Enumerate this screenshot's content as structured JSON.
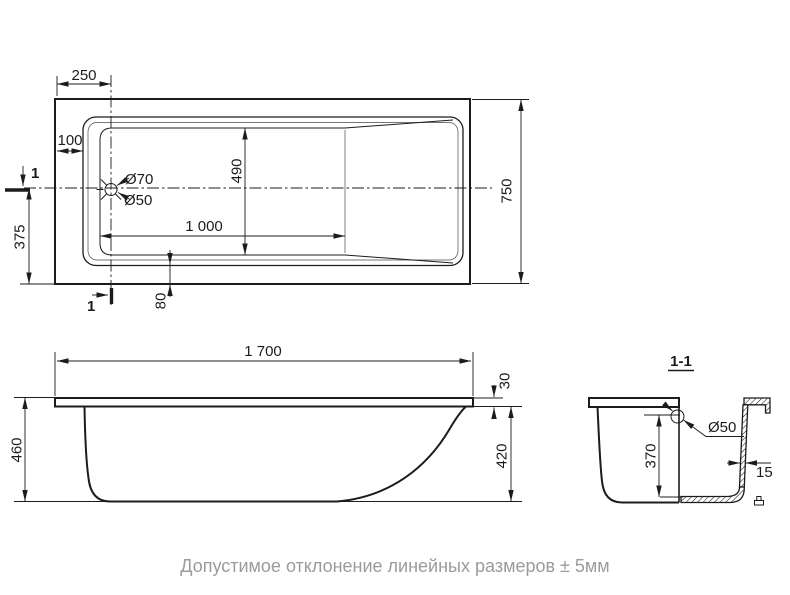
{
  "caption": "Допустимое отклонение линейных размеров ± 5мм",
  "colors": {
    "ink": "#1c1c1c",
    "caption_gray": "#9b9b9b",
    "background": "#ffffff"
  },
  "top_view": {
    "dim_250": "250",
    "dim_100": "100",
    "drain_d70": "Ø70",
    "drain_d50": "Ø50",
    "dim_490": "490",
    "dim_1000": "1 000",
    "dim_375": "375",
    "dim_750": "750",
    "dim_80": "80",
    "section_mark_left": "1",
    "section_mark_bottom": "1"
  },
  "side_view": {
    "dim_1700": "1 700",
    "dim_460": "460",
    "dim_30": "30",
    "dim_420": "420"
  },
  "section_view": {
    "title": "1-1",
    "dim_d50": "Ø50",
    "dim_370": "370",
    "dim_15": "15"
  }
}
